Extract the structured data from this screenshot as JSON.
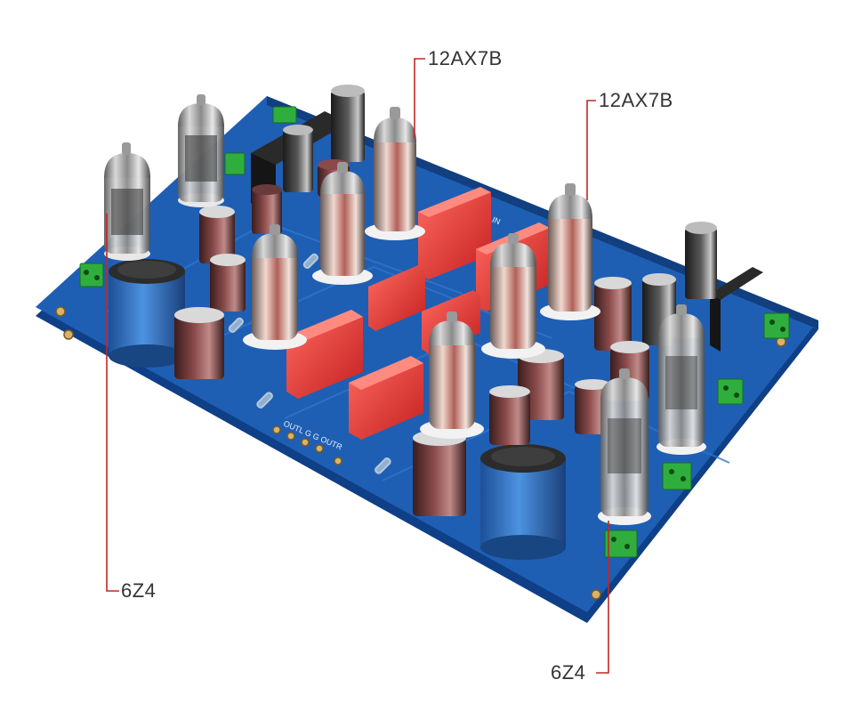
{
  "image": {
    "background": "#ffffff",
    "board_color": "#1e5fb4",
    "board_edge_color": "#0f3f86",
    "capacitor_red": "#e23a3a",
    "terminal_green": "#2fae3d",
    "callout_line_color": "#c02828"
  },
  "callouts": [
    {
      "label": "12AX7B",
      "points_to": "tube-12ax7b-left"
    },
    {
      "label": "12AX7B",
      "points_to": "tube-12ax7b-right"
    },
    {
      "label": "6Z4",
      "points_to": "tube-6z4-left"
    },
    {
      "label": "6Z4",
      "points_to": "tube-6z4-right"
    }
  ],
  "board_silkscreen": {
    "outputs": "OUTL  G  G  OUTR",
    "input": "LIN"
  }
}
